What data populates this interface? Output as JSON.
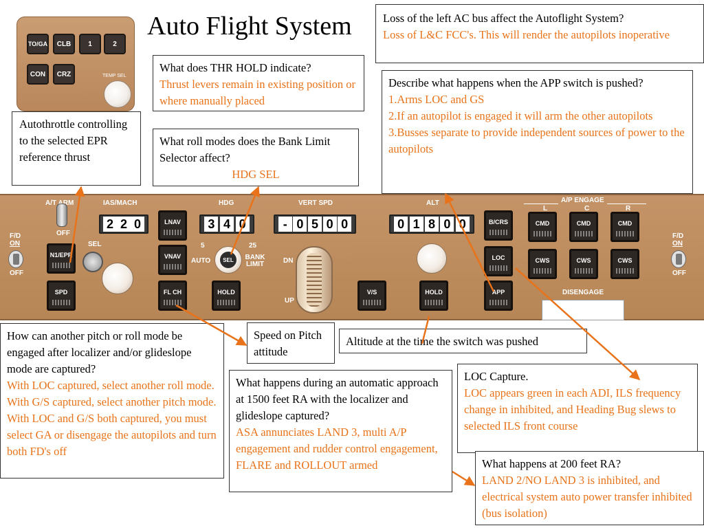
{
  "title": "Auto Flight System",
  "mini_panel": {
    "buttons": [
      "TO/GA",
      "CLB",
      "1",
      "2",
      "CON",
      "CRZ"
    ],
    "knob_label": "TEMP SEL"
  },
  "mcp": {
    "labels": {
      "at_arm": "A/T ARM",
      "off": "OFF",
      "ias_mach": "IAS/MACH",
      "hdg": "HDG",
      "vert_spd": "VERT SPD",
      "alt": "ALT",
      "ap_engage": "A/P ENGAGE",
      "l": "L",
      "c": "C",
      "r": "R",
      "fd_left": "F/D",
      "on_left": "ON",
      "off_left": "OFF",
      "fd_right": "F/D",
      "on_right": "ON",
      "off_right": "OFF",
      "sel": "SEL",
      "bank_5": "5",
      "bank_25": "25",
      "auto": "AUTO",
      "bank_limit": "BANK LIMIT",
      "dn": "DN",
      "up": "UP",
      "disengage": "DISENGAGE"
    },
    "ias_digits": [
      "2",
      "2",
      "0"
    ],
    "hdg_digits": [
      "3",
      "4",
      "0"
    ],
    "vs_digits": [
      "-",
      "0",
      "5",
      "0",
      "0"
    ],
    "alt_digits": [
      "0",
      "1",
      "8",
      "0",
      "0"
    ],
    "buttons": {
      "n1_epr": "N1/EPR",
      "spd": "SPD",
      "lnav": "LNAV",
      "vnav": "VNAV",
      "flch": "FL CH",
      "hold_hdg": "HOLD",
      "vs": "V/S",
      "hold_alt": "HOLD",
      "bcrs": "B/CRS",
      "loc": "LOC",
      "app": "APP",
      "cmd_l": "CMD",
      "cmd_c": "CMD",
      "cmd_r": "CMD",
      "cws_l": "CWS",
      "cws_c": "CWS",
      "cws_r": "CWS",
      "hdg_sel": "SEL"
    }
  },
  "notes": {
    "left_ac_bus": {
      "question": "Loss of the left AC bus affect the Autoflight System?",
      "answer": "Loss of L&C FCC's. This will render the autopilots inoperative"
    },
    "thr_hold": {
      "question": "What does THR HOLD indicate?",
      "answer": "Thrust levers remain in existing position or where manually placed"
    },
    "app_switch": {
      "question": "Describe what happens when the APP switch is pushed?",
      "answers": [
        "1.Arms LOC and GS",
        "2.If an autopilot is engaged it will arm the other autopilots",
        "3.Busses separate to provide independent sources of power to the autopilots"
      ]
    },
    "autothrottle": {
      "text": "Autothrottle controlling to the selected EPR reference thrust"
    },
    "bank_limit": {
      "question": "What roll modes does the Bank Limit Selector affect?",
      "answer": "HDG SEL"
    },
    "another_mode": {
      "question": "How can another pitch or roll mode be engaged after localizer and/or glideslope mode are captured?",
      "answer": "With LOC captured, select another roll mode. With G/S captured, select another pitch mode. With LOC and G/S both captured, you must select GA or disengage the autopilots and turn both FD's off"
    },
    "speed_on_pitch": {
      "text": "Speed on Pitch attitude"
    },
    "altitude_hold": {
      "text": "Altitude at the time the switch was pushed"
    },
    "auto_approach": {
      "question": "What happens during an automatic approach at 1500 feet RA with the localizer and glideslope captured?",
      "answer": "ASA annunciates LAND 3, multi A/P engagement and rudder control engagement, FLARE and ROLLOUT armed"
    },
    "loc_capture": {
      "question": "LOC Capture.",
      "answer": "LOC appears green in each ADI, ILS frequency change in inhibited, and Heading Bug slews to selected ILS front course"
    },
    "ra_200": {
      "question": "What happens at 200 feet RA?",
      "answer": "LAND 2/NO LAND 3 is inhibited, and electrical system auto power transfer inhibited (bus isolation)"
    }
  },
  "colors": {
    "answer": "#e8731a",
    "panel": "#c49468",
    "arrow": "#e8731a"
  }
}
